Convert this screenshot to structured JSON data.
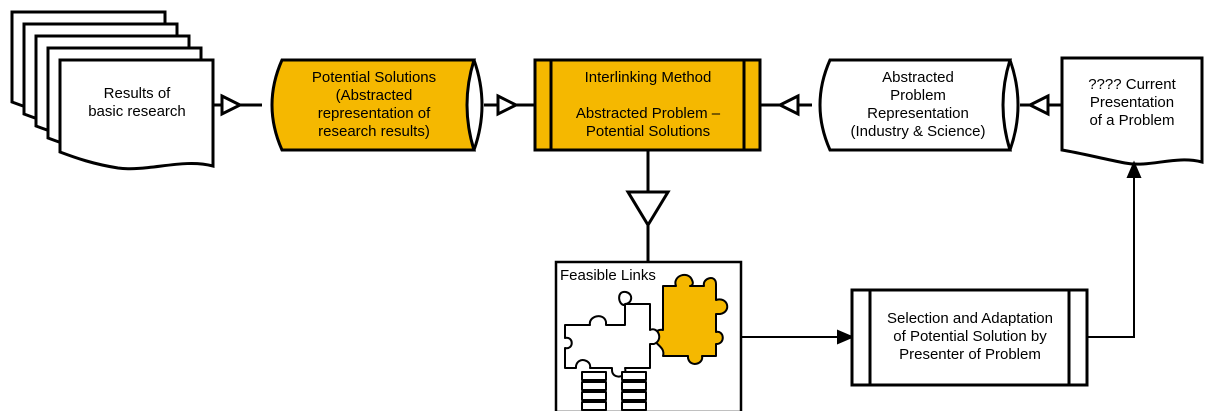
{
  "colors": {
    "highlight": "#F5B800",
    "stroke": "#000000",
    "background": "#FFFFFF"
  },
  "nodes": {
    "research_results": {
      "label": "Results of\nbasic research"
    },
    "potential_solutions": {
      "label": "Potential Solutions\n(Abstracted\nrepresentation of\nresearch results)"
    },
    "interlinking_method": {
      "label": "Interlinking Method\n\nAbstracted Problem  –\nPotential Solutions"
    },
    "abstracted_problem": {
      "label": "Abstracted\nProblem\nRepresentation\n(Industry & Science)"
    },
    "current_presentation": {
      "label": "???? Current\nPresentation\nof a Problem"
    },
    "feasible_links": {
      "label": "Feasible Links",
      "icon": "puzzle-pieces-icon"
    },
    "selection_adaptation": {
      "label": "Selection and Adaptation\nof Potential Solution by\nPresenter of Problem"
    }
  }
}
